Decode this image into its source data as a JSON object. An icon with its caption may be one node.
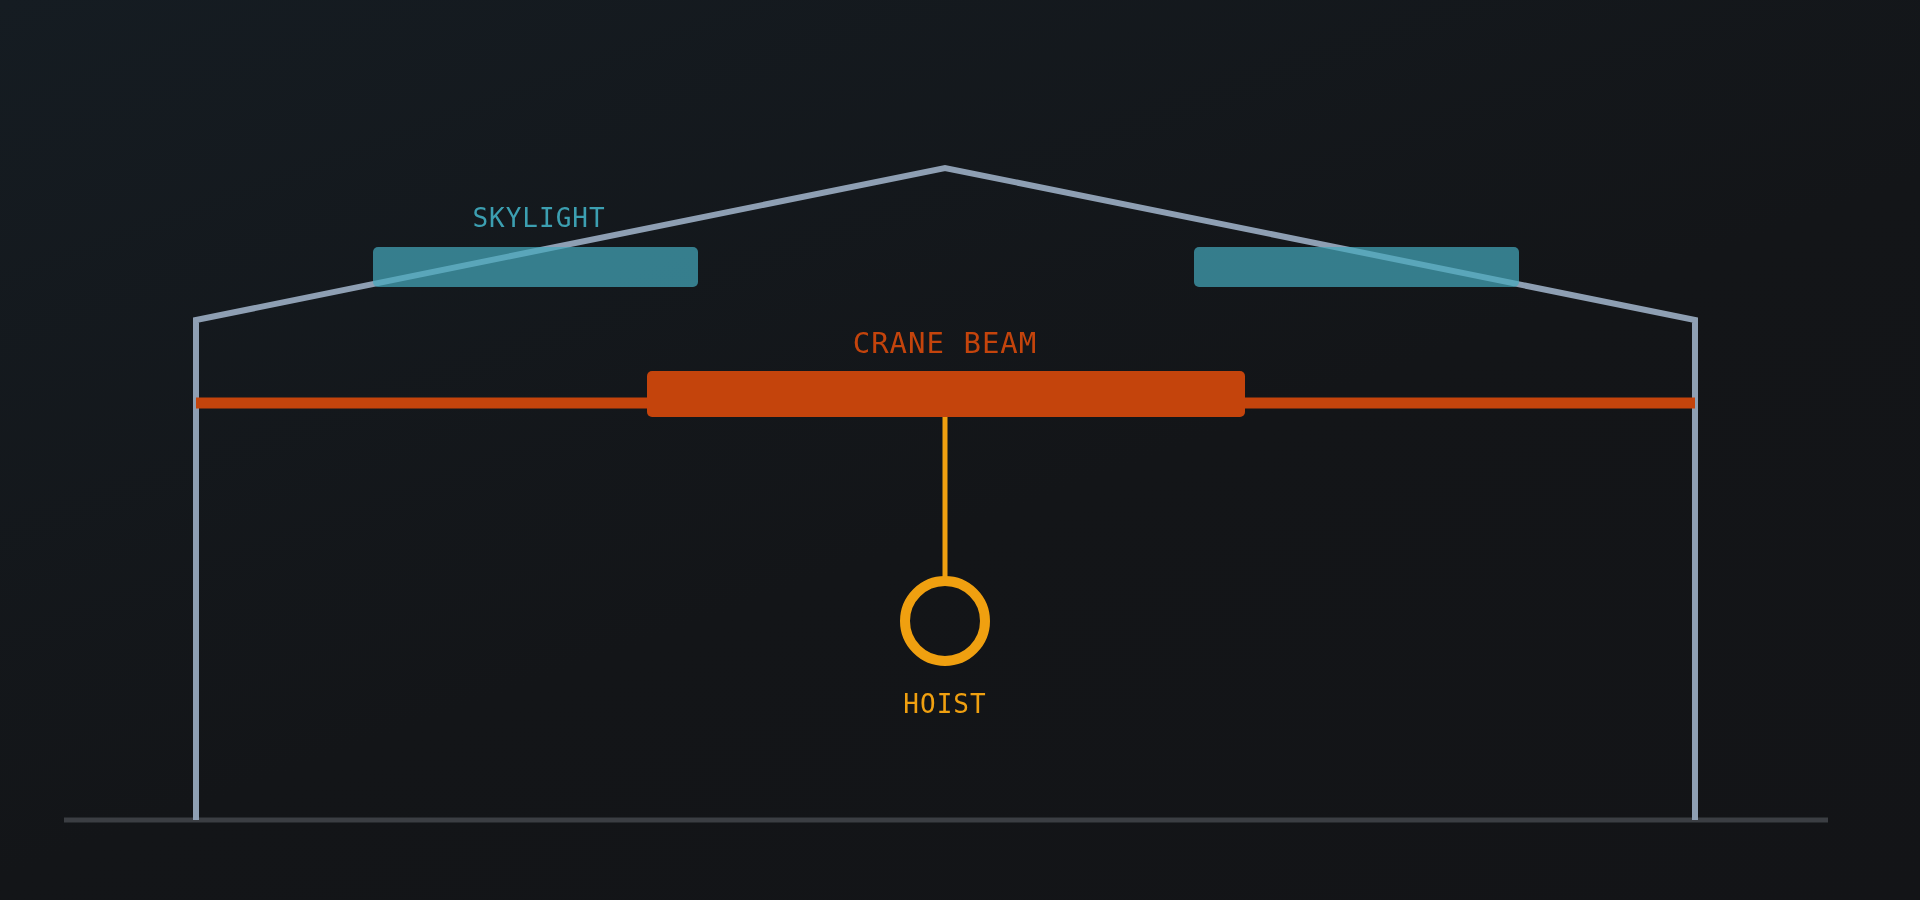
{
  "diagram": {
    "labels": [
      "SKYLIGHT",
      "CRANE BEAM",
      "HOIST"
    ]
  }
}
